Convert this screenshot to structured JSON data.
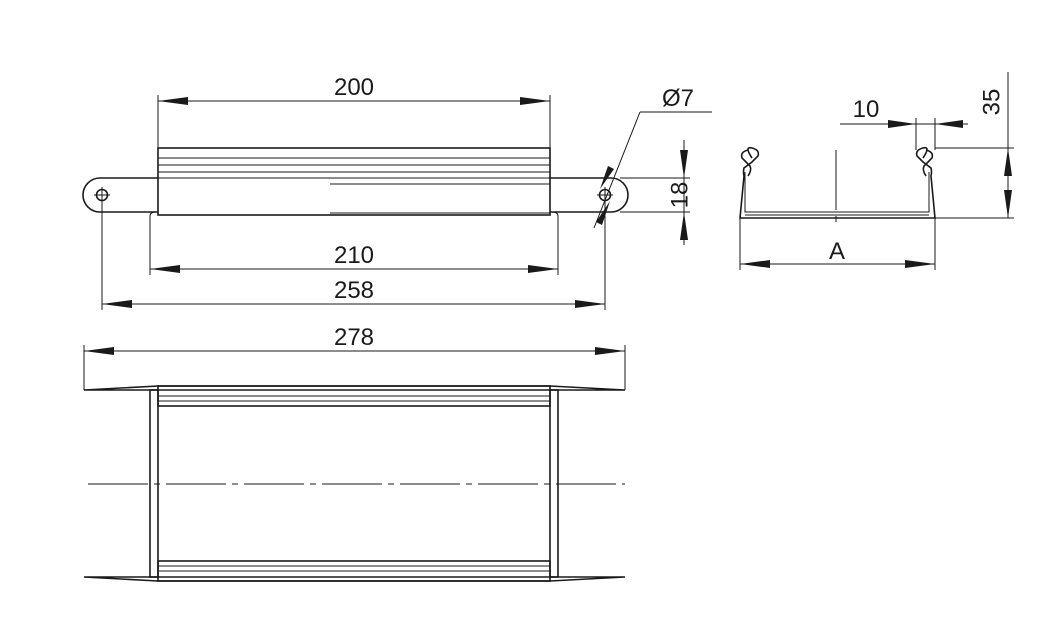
{
  "drawing": {
    "dimensions": {
      "d200": "200",
      "d210": "210",
      "d258": "258",
      "d278": "278",
      "d18": "18",
      "d35": "35",
      "d10": "10",
      "hole": "Ø7",
      "a": "A"
    }
  }
}
